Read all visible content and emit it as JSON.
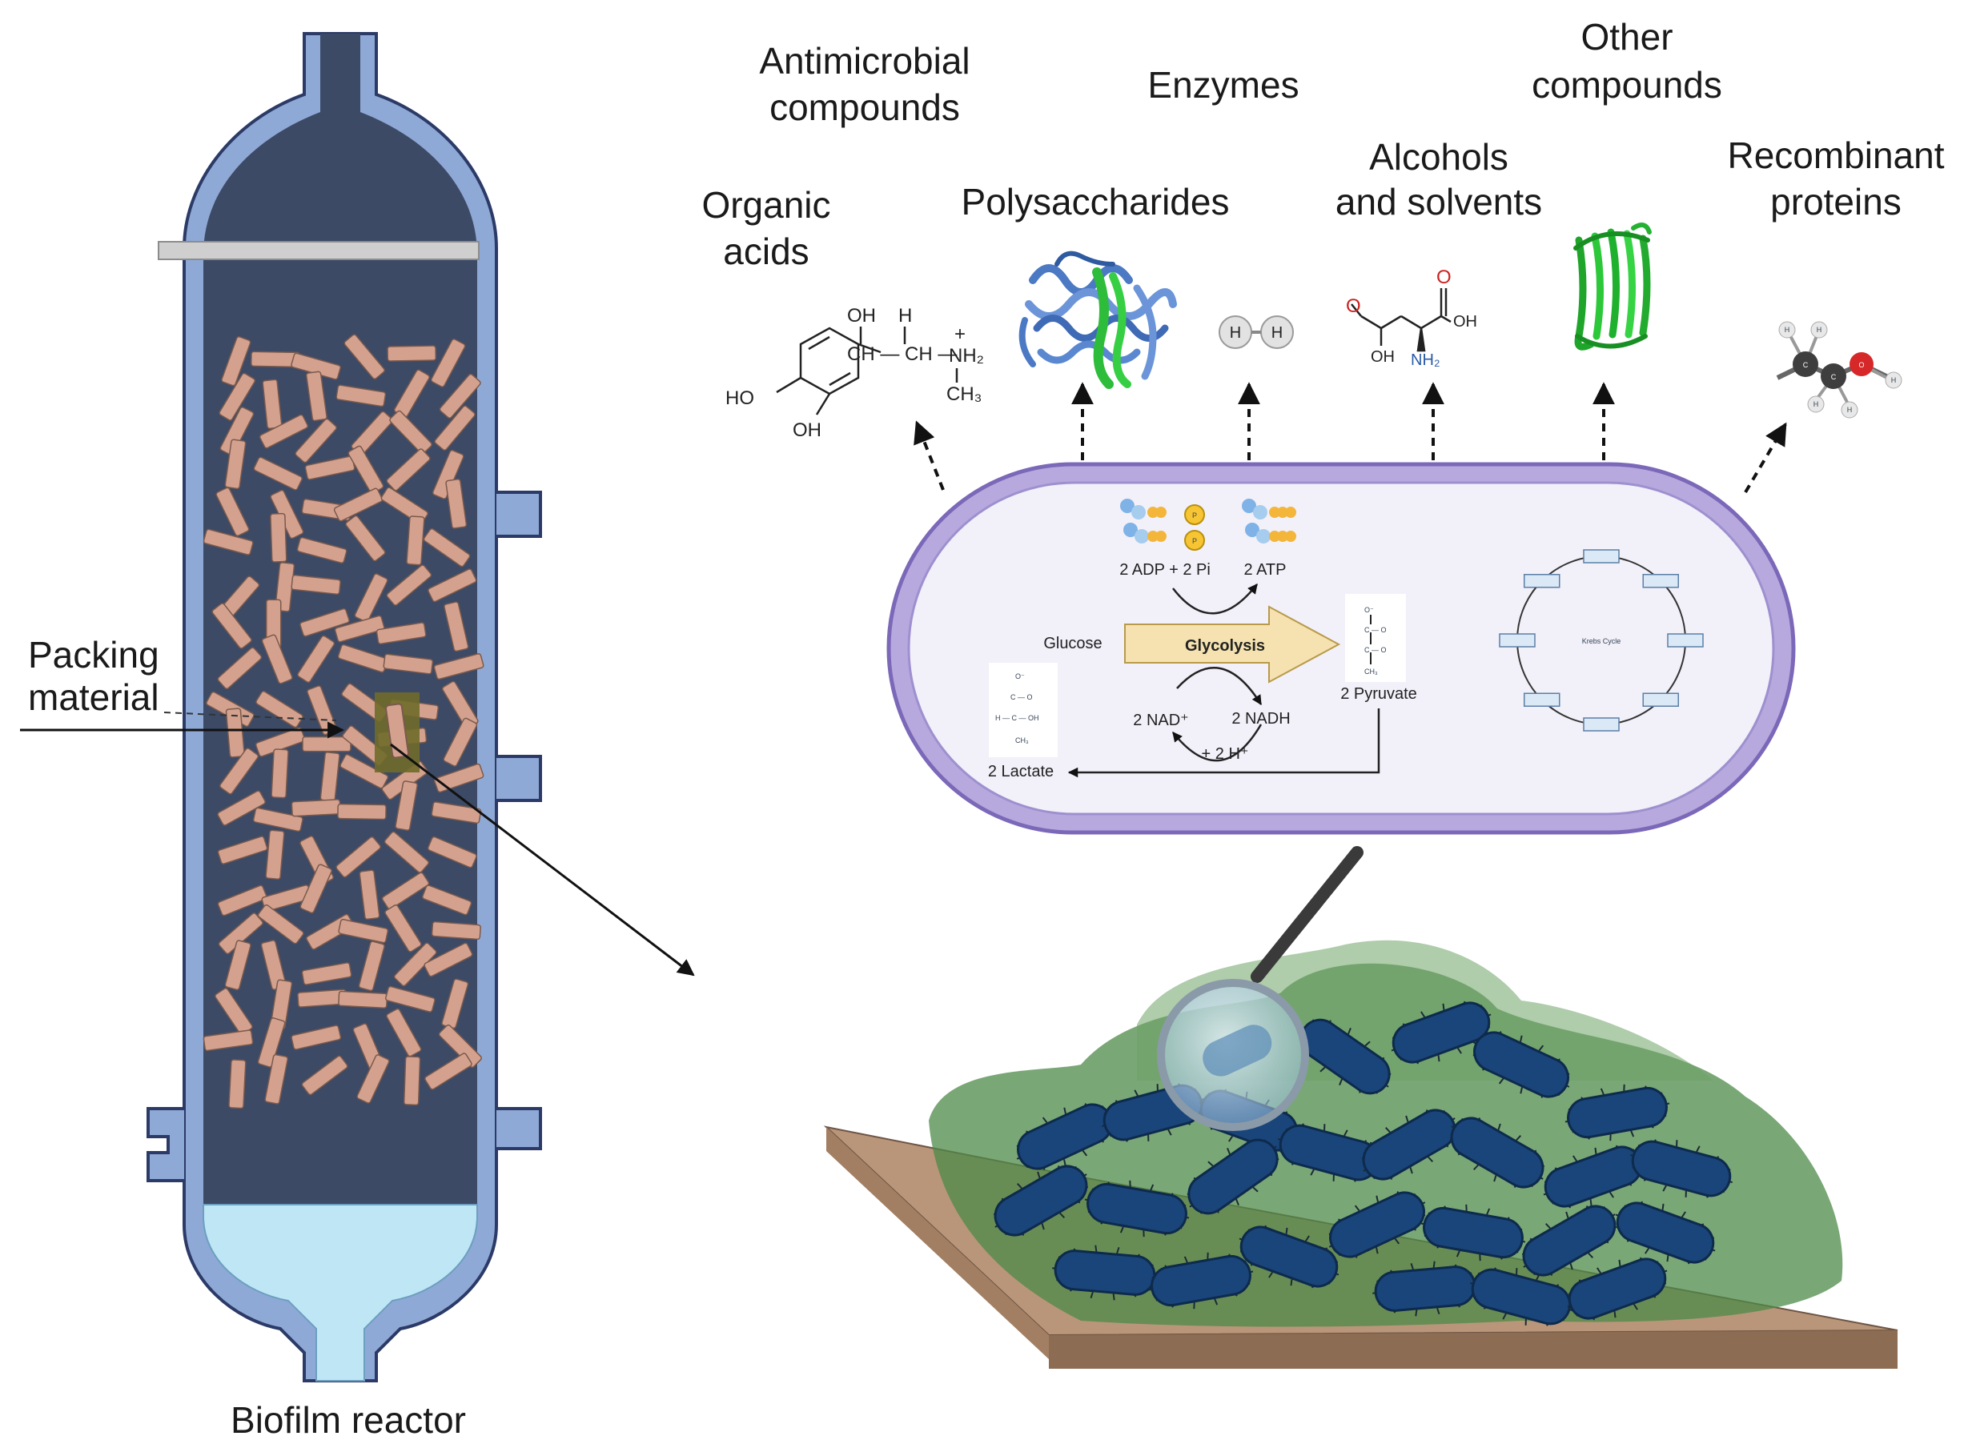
{
  "reactor": {
    "title": "Biofilm reactor",
    "callout_line1": "Packing",
    "callout_line2": "material"
  },
  "products": {
    "antimicrobial_line1": "Antimicrobial",
    "antimicrobial_line2": "compounds",
    "enzymes": "Enzymes",
    "other_line1": "Other",
    "other_line2": "compounds",
    "organic_line1": "Organic",
    "organic_line2": "acids",
    "polysaccharides": "Polysaccharides",
    "alcohols_line1": "Alcohols",
    "alcohols_line2": "and solvents",
    "recombinant_line1": "Recombinant",
    "recombinant_line2": "proteins"
  },
  "cell": {
    "adp": "2 ADP + 2 Pi",
    "atp": "2 ATP",
    "phosphate": "P",
    "glucose": "Glucose",
    "glycolysis": "Glycolysis",
    "pyruvate": "2 Pyruvate",
    "nad": "2 NAD⁺",
    "nadh": "2 NADH",
    "protons": "+ 2 H⁺",
    "lactate": "2 Lactate",
    "krebs": "Krebs Cycle"
  },
  "molecules": {
    "catechol_oh_top": "OH",
    "catechol_h": "H",
    "catechol_chain": "CH — CH —",
    "catechol_nh2": "NH₂",
    "catechol_plus": "+",
    "catechol_ch3": "CH₃",
    "catechol_ho": "HO",
    "catechol_oh_bottom": "OH",
    "hydrogen_atom": "H",
    "aspartate_o1": "O",
    "aspartate_o2": "O",
    "aspartate_oh1": "OH",
    "aspartate_oh2": "OH",
    "aspartate_nh2": "NH₂",
    "ethanol_c": "C",
    "ethanol_o": "O",
    "ethanol_h": "H"
  },
  "colors": {
    "reactor_wall": "#8fa9d6",
    "reactor_outline": "#2b3a66",
    "reactor_inner": "#3c4a66",
    "packing": "#d4a18f",
    "liquid": "#bfe6f5",
    "cell_border": "#8a78c4",
    "cell_fill": "#f1eff8",
    "arrow_fill": "#f5e2b0",
    "bacteria": "#19457a",
    "biofilm": "#3d7a3a",
    "substrate": "#b9967a"
  }
}
